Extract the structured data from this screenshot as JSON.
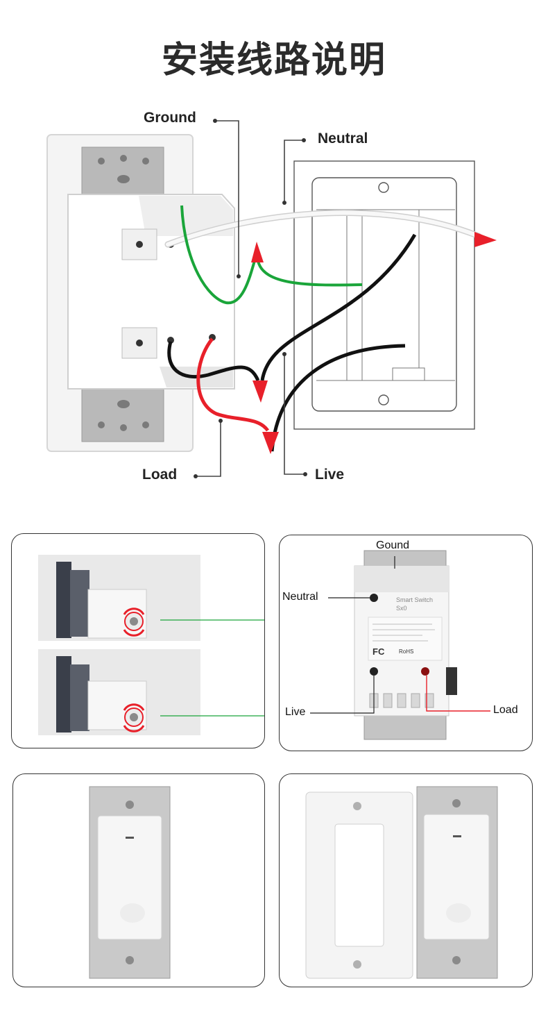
{
  "title": "安装线路说明",
  "diagram": {
    "labels": {
      "ground": "Ground",
      "neutral": "Neutral",
      "load": "Load",
      "live": "Live"
    },
    "wire_colors": {
      "ground": "#1aa53a",
      "neutral": "#f2f2f2",
      "load": "#e8202a",
      "live": "#111111",
      "connector": "#e8202a"
    }
  },
  "device_panel": {
    "labels": {
      "ground": "Gound",
      "neutral": "Neutral",
      "live": "Live",
      "load": "Load"
    },
    "device_text": "Smart Switch",
    "device_model": "Sx0",
    "cert_marks": [
      "FC",
      "RoHS"
    ]
  }
}
